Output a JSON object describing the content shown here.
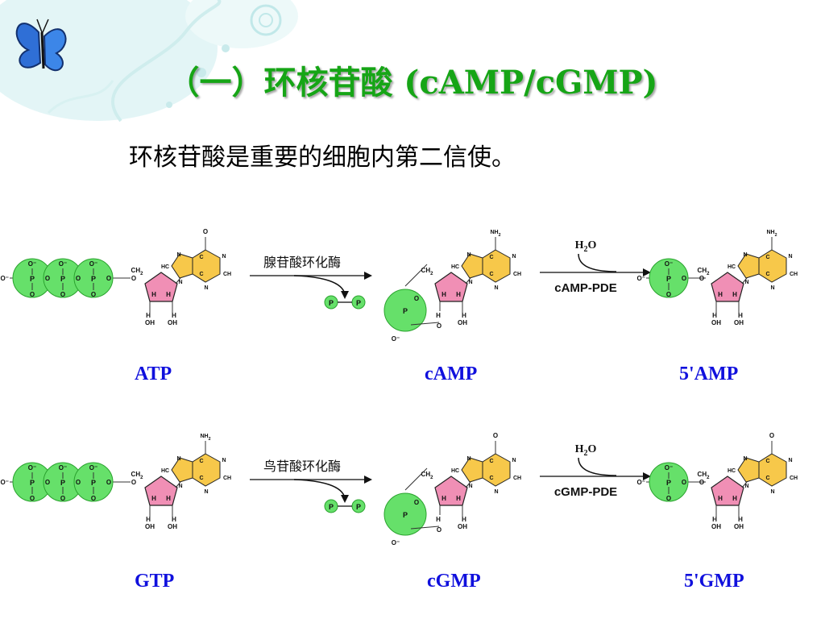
{
  "slide": {
    "title": "（一）环核苷酸 (cAMP/cGMP)",
    "subtitle": "环核苷酸是重要的细胞内第二信使。"
  },
  "rows": [
    {
      "precursor": "ATP",
      "cyclic": "cAMP",
      "product": "5'AMP",
      "cyclase_enzyme": "腺苷酸环化酶",
      "pde_enzyme": "cAMP-PDE",
      "water": "H",
      "water_sub": "2",
      "water_o": "O",
      "pp_left": "P",
      "pp_right": "P",
      "base_top_precursor": "O",
      "base_top_cyclic": "NH",
      "base_top_cyclic_sub": "2",
      "base_top_product": "NH",
      "base_top_product_sub": "2"
    },
    {
      "precursor": "GTP",
      "cyclic": "cGMP",
      "product": "5'GMP",
      "cyclase_enzyme": "鸟苷酸环化酶",
      "pde_enzyme": "cGMP-PDE",
      "water": "H",
      "water_sub": "2",
      "water_o": "O",
      "pp_left": "P",
      "pp_right": "P",
      "base_top_precursor": "NH",
      "base_top_precursor_sub": "2",
      "base_top_cyclic": "O",
      "base_top_product": "O"
    }
  ],
  "struct_labels": {
    "P": "P",
    "O": "O",
    "Ominus": "O⁻",
    "CH2": "CH",
    "CH2_sub": "2",
    "H": "H",
    "OH": "OH",
    "N": "N",
    "C": "C",
    "HC": "HC",
    "CH": "CH"
  },
  "colors": {
    "title_green": "#16a516",
    "caption_blue": "#1010dd",
    "phosphate_green": "#66e06a",
    "ribose_pink": "#f08fb5",
    "base_yellow": "#f7c84a"
  }
}
